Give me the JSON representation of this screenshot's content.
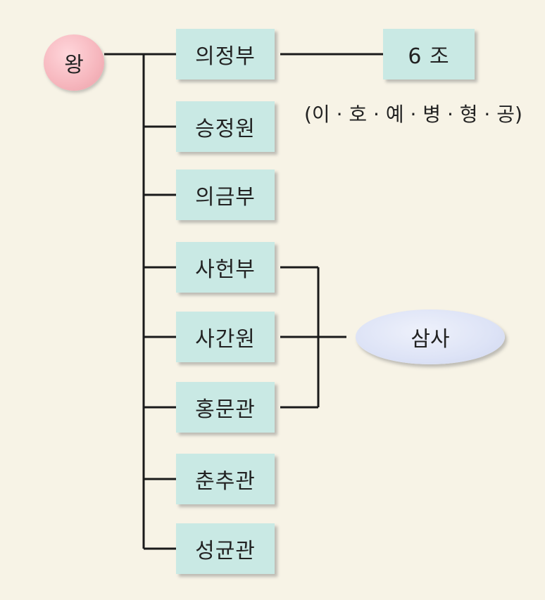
{
  "king": "왕",
  "offices": [
    "의정부",
    "승정원",
    "의금부",
    "사헌부",
    "사간원",
    "홍문관",
    "춘추관",
    "성균관"
  ],
  "six_ministries": "6 조",
  "six_ministries_note": "(이 · 호 · 예 · 병 · 형 · 공)",
  "samsa": "삼사",
  "colors": {
    "background": "#f7f3e6",
    "office_box": "#c9e9e4",
    "king_circle": "#f6b6bd",
    "samsa_ellipse": "#dde3f6",
    "line": "#1a1a1a"
  }
}
